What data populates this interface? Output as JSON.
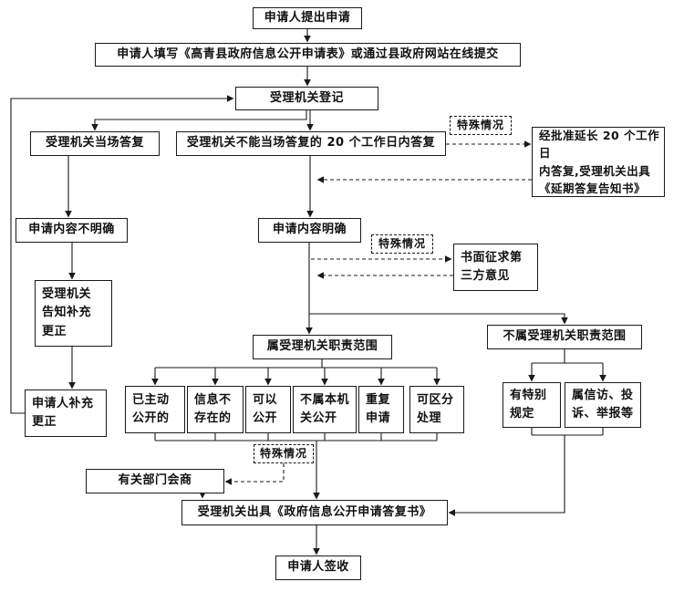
{
  "diagram": {
    "type": "flowchart",
    "language": "zh-CN",
    "nodes": {
      "start": "申请人提出申请",
      "fill_form": "申请人填写《高青县政府信息公开申请表》或通过县政府网站在线提交",
      "register": "受理机关登记",
      "answer_onspot": "受理机关当场答复",
      "answer_within_20_days": "受理机关不能当场答复的 20 个工作日内答复",
      "special_case": "特殊情况",
      "extension": "经批准延长 20 个工作日\n内答复,受理机关出具\n《延期答复告知书》",
      "content_unclear": "申请内容不明确",
      "content_clear": "申请内容明确",
      "third_party_opinion": "书面征求第\n三方意见",
      "notify_supplement": "受理机关\n告知补充\n更正",
      "in_scope": "属受理机关职责范围",
      "out_of_scope": "不属受理机关职责范围",
      "applicant_supplement": "申请人补充\n更正",
      "already_public": "已主动\n公开的",
      "not_exist": "信息不\n存在的",
      "can_public": "可以\n公开",
      "not_this_organ": "不属本机\n关公开",
      "repeat_apply": "重复\n申请",
      "separable": "可区分\n处理",
      "special_rules": "有特别\n规定",
      "petition": "属信访、投\n诉、举报等",
      "dept_consult": "有关部门会商",
      "issue_reply": "受理机关出具《政府信息公开申请答复书》",
      "sign_receipt": "申请人签收"
    },
    "edges": [
      {
        "from": "start",
        "to": "fill_form",
        "style": "solid"
      },
      {
        "from": "fill_form",
        "to": "register",
        "style": "solid"
      },
      {
        "from": "register",
        "to": "answer_onspot",
        "style": "solid"
      },
      {
        "from": "register",
        "to": "answer_within_20_days",
        "style": "solid"
      },
      {
        "from": "answer_within_20_days",
        "to": "extension",
        "style": "dashed",
        "label": "特殊情况"
      },
      {
        "from": "extension",
        "to": "content_clear",
        "style": "dashed"
      },
      {
        "from": "answer_onspot",
        "to": "content_unclear",
        "style": "solid"
      },
      {
        "from": "answer_within_20_days",
        "to": "content_clear",
        "style": "solid"
      },
      {
        "from": "content_unclear",
        "to": "notify_supplement",
        "style": "solid"
      },
      {
        "from": "notify_supplement",
        "to": "applicant_supplement",
        "style": "solid"
      },
      {
        "from": "applicant_supplement",
        "to": "register",
        "style": "solid"
      },
      {
        "from": "content_clear",
        "to": "third_party_opinion",
        "style": "dashed",
        "label": "特殊情况"
      },
      {
        "from": "third_party_opinion",
        "to": "content_clear",
        "style": "dashed"
      },
      {
        "from": "content_clear",
        "to": "in_scope",
        "style": "solid"
      },
      {
        "from": "content_clear",
        "to": "out_of_scope",
        "style": "solid"
      },
      {
        "from": "in_scope",
        "to": "already_public",
        "style": "solid"
      },
      {
        "from": "in_scope",
        "to": "not_exist",
        "style": "solid"
      },
      {
        "from": "in_scope",
        "to": "can_public",
        "style": "solid"
      },
      {
        "from": "in_scope",
        "to": "not_this_organ",
        "style": "solid"
      },
      {
        "from": "in_scope",
        "to": "repeat_apply",
        "style": "solid"
      },
      {
        "from": "in_scope",
        "to": "separable",
        "style": "solid"
      },
      {
        "from": "out_of_scope",
        "to": "special_rules",
        "style": "solid"
      },
      {
        "from": "out_of_scope",
        "to": "petition",
        "style": "solid"
      },
      {
        "from": "already_public",
        "to": "issue_reply",
        "style": "solid"
      },
      {
        "from": "not_exist",
        "to": "issue_reply",
        "style": "solid"
      },
      {
        "from": "can_public",
        "to": "issue_reply",
        "style": "solid"
      },
      {
        "from": "not_this_organ",
        "to": "issue_reply",
        "style": "solid"
      },
      {
        "from": "repeat_apply",
        "to": "issue_reply",
        "style": "solid"
      },
      {
        "from": "separable",
        "to": "issue_reply",
        "style": "solid"
      },
      {
        "from": "issue_reply",
        "to": "dept_consult",
        "style": "dashed",
        "label": "特殊情况"
      },
      {
        "from": "dept_consult",
        "to": "issue_reply",
        "style": "dashed"
      },
      {
        "from": "special_rules",
        "to": "issue_reply",
        "style": "solid"
      },
      {
        "from": "petition",
        "to": "issue_reply",
        "style": "solid"
      },
      {
        "from": "issue_reply",
        "to": "sign_receipt",
        "style": "solid"
      }
    ]
  }
}
